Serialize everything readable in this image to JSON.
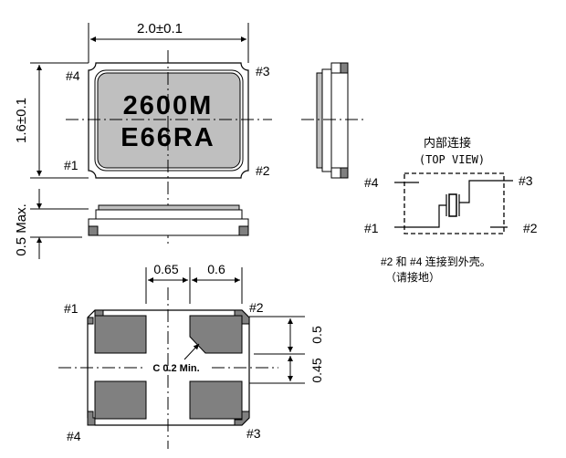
{
  "top_view": {
    "width_dim": "2.0±0.1",
    "height_dim": "1.6±0.1",
    "marking_line1": "2600M",
    "marking_line2": "E66RA",
    "pins": [
      "#1",
      "#2",
      "#3",
      "#4"
    ]
  },
  "side_view": {
    "height_dim": "0.5 Max."
  },
  "footprint": {
    "dim_left": "0.65",
    "dim_right": "0.6",
    "dim_upper": "0.5",
    "dim_lower": "0.45",
    "chamfer_note": "C 0.2 Min.",
    "pins": [
      "#1",
      "#2",
      "#3",
      "#4"
    ]
  },
  "internal": {
    "title": "内部连接",
    "subtitle": "(TOP VIEW)",
    "pins": [
      "#1",
      "#2",
      "#3",
      "#4"
    ],
    "note_line1": "#2 和 #4 连接到外壳。",
    "note_line2": "（请接地）"
  },
  "colors": {
    "pad": "#808080",
    "lid": "#bfbfbf"
  }
}
